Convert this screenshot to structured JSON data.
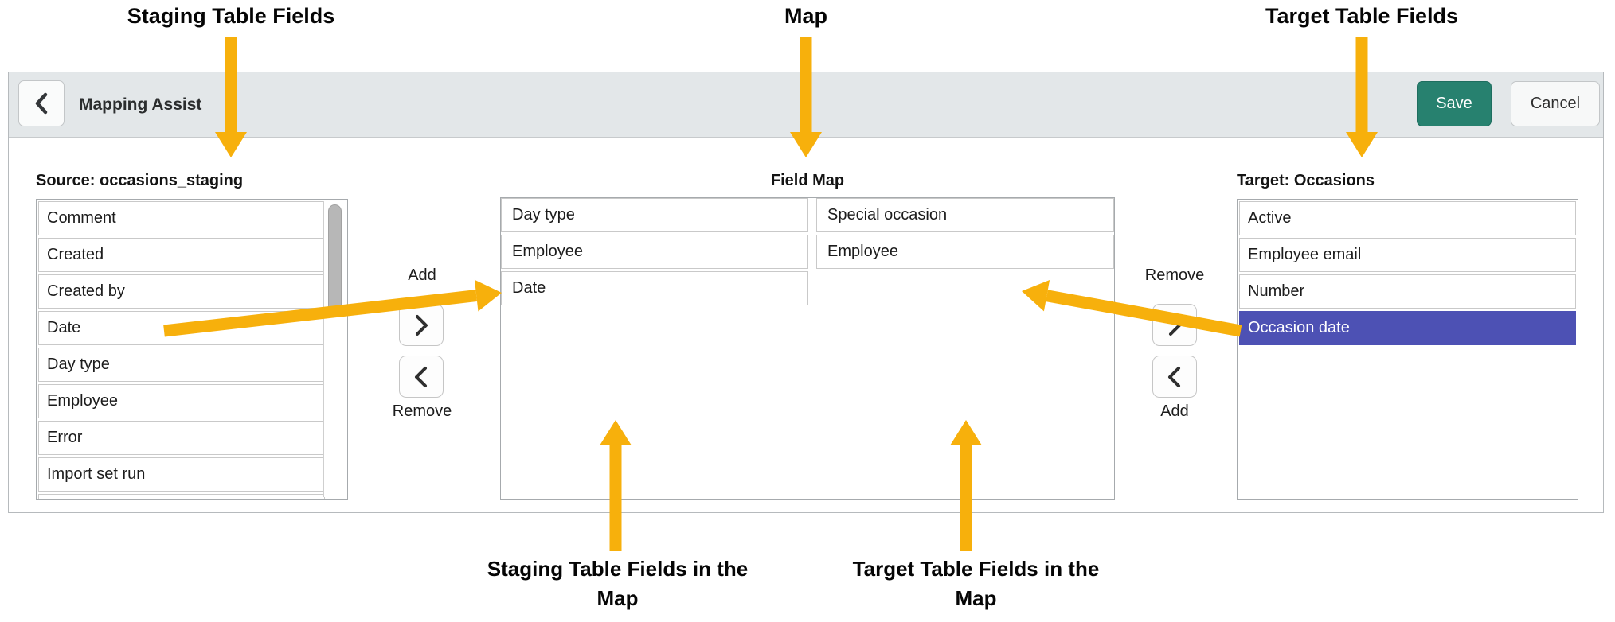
{
  "annotations": {
    "top": [
      {
        "label": "Staging Table Fields"
      },
      {
        "label": "Map"
      },
      {
        "label": "Target Table Fields"
      }
    ],
    "bottom": [
      {
        "line1": "Staging Table Fields in the",
        "line2": "Map"
      },
      {
        "line1": "Target Table Fields in the",
        "line2": "Map"
      }
    ]
  },
  "header": {
    "title": "Mapping Assist",
    "save_label": "Save",
    "cancel_label": "Cancel"
  },
  "source_panel": {
    "title": "Source: occasions_staging",
    "items": [
      "Comment",
      "Created",
      "Created by",
      "Date",
      "Day type",
      "Employee",
      "Error",
      "Import set run"
    ]
  },
  "field_map": {
    "title": "Field Map",
    "rows": [
      {
        "source": "Day type",
        "target": "Special occasion"
      },
      {
        "source": "Employee",
        "target": "Employee"
      },
      {
        "source": "Date",
        "target": ""
      }
    ]
  },
  "target_panel": {
    "title": "Target: Occasions",
    "items": [
      {
        "label": "Active",
        "selected": false
      },
      {
        "label": "Employee email",
        "selected": false
      },
      {
        "label": "Number",
        "selected": false
      },
      {
        "label": "Occasion date",
        "selected": true
      }
    ]
  },
  "transfer_left": {
    "top_label": "Add",
    "bottom_label": "Remove"
  },
  "transfer_right": {
    "top_label": "Remove",
    "bottom_label": "Add"
  },
  "colors": {
    "accent_arrow": "#F7B00C",
    "selected_item": "#4D51B4",
    "save_button": "#27816F",
    "header_bar": "#E3E7E9"
  }
}
